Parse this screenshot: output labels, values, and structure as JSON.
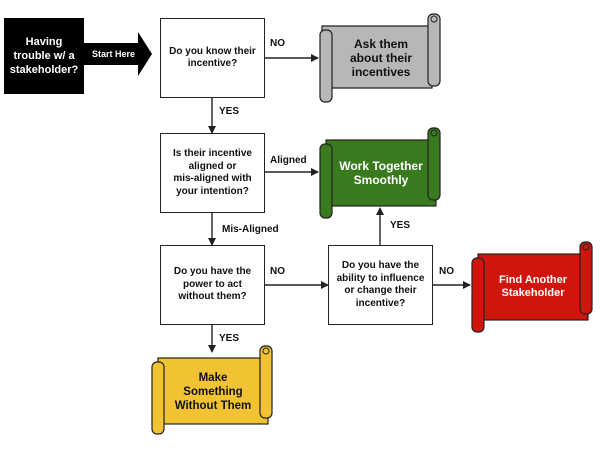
{
  "start": {
    "text": "Having\ntrouble w/ a\nstakeholder?",
    "arrow_label": "Start Here"
  },
  "questions": {
    "q1": "Do you know their\nincentive?",
    "q2": "Is their incentive\naligned or\nmis-aligned with\nyour intention?",
    "q3": "Do you have the\npower to act\nwithout them?",
    "q4": "Do you have the\nability to influence\nor change their\nincentive?"
  },
  "outcomes": {
    "ask": {
      "text": "Ask them\nabout their\nincentives",
      "color": "#b7b7b7",
      "text_color": "#111111"
    },
    "work": {
      "text": "Work Together\nSmoothly",
      "color": "#3a7a1e",
      "text_color": "#ffffff"
    },
    "find": {
      "text": "Find Another\nStakeholder",
      "color": "#d0160c",
      "text_color": "#ffffff"
    },
    "make": {
      "text": "Make\nSomething\nWithout Them",
      "color": "#f1c232",
      "text_color": "#111111"
    }
  },
  "edge_labels": {
    "q1_no": "NO",
    "q1_yes": "YES",
    "aligned": "Aligned",
    "misaligned": "Mis-Aligned",
    "q3_no": "NO",
    "q3_yes": "YES",
    "q4_yes": "YES",
    "q4_no": "NO"
  }
}
